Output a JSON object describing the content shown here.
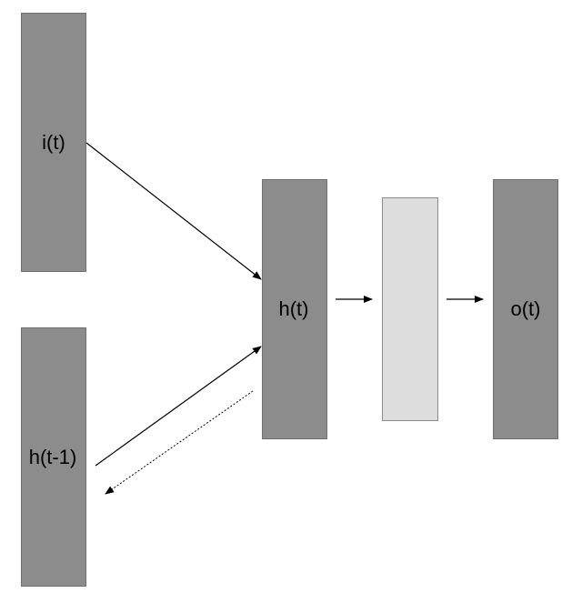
{
  "diagram": {
    "blocks": [
      {
        "id": "input",
        "label": "i(t)",
        "fill": "#8c8c8c"
      },
      {
        "id": "prev_hidden",
        "label": "h(t-1)",
        "fill": "#8c8c8c"
      },
      {
        "id": "hidden",
        "label": "h(t)",
        "fill": "#8c8c8c"
      },
      {
        "id": "intermediate",
        "label": "",
        "fill": "#dddddd"
      },
      {
        "id": "output",
        "label": "o(t)",
        "fill": "#8c8c8c"
      }
    ],
    "arrows": [
      {
        "from": "input",
        "to": "hidden",
        "style": "solid"
      },
      {
        "from": "prev_hidden",
        "to": "hidden",
        "style": "solid"
      },
      {
        "from": "hidden",
        "to": "prev_hidden",
        "style": "dotted"
      },
      {
        "from": "hidden",
        "to": "intermediate",
        "style": "solid"
      },
      {
        "from": "intermediate",
        "to": "output",
        "style": "solid"
      }
    ]
  }
}
